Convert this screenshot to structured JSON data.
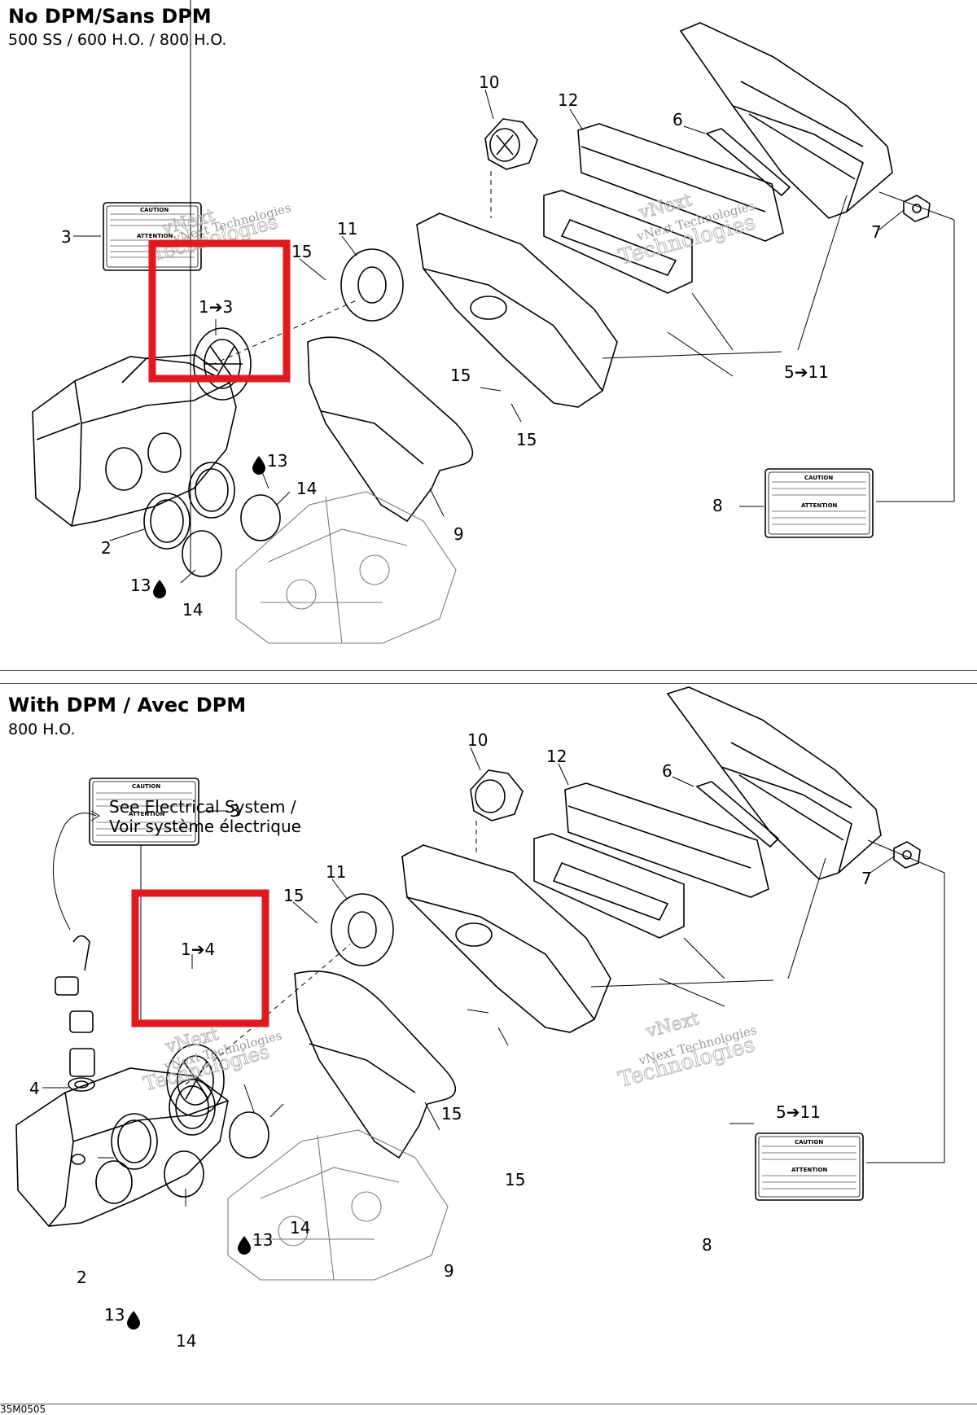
{
  "top_section": {
    "title": "No DPM/Sans DPM",
    "subtitle": "500 SS / 600 H.O. / 800 H.O.",
    "highlight_label": "1➔3",
    "callouts": [
      "2",
      "3",
      "6",
      "7",
      "8",
      "9",
      "10",
      "11",
      "12",
      "13",
      "13",
      "14",
      "14",
      "15",
      "15",
      "15",
      "5➔11"
    ]
  },
  "bottom_section": {
    "title": "With DPM / Avec DPM",
    "subtitle": "800 H.O.",
    "note_line1": "See Electrical System /",
    "note_line2": "Voir système électrique",
    "highlight_label": "1➔4",
    "callouts": [
      "2",
      "3",
      "4",
      "6",
      "7",
      "8",
      "9",
      "10",
      "11",
      "12",
      "13",
      "13",
      "14",
      "14",
      "15",
      "15",
      "15",
      "5➔11"
    ]
  },
  "label_card": {
    "caution": "CAUTION",
    "attention": "ATTENTION"
  },
  "watermark": {
    "line1": "vNext",
    "line2": "Technologies",
    "inline": "vNext Technologies"
  },
  "reference_code": "35M0505",
  "colors": {
    "highlight_box": "#e0191f",
    "line_art": "#000000",
    "watermark": "#b8b8b8"
  }
}
